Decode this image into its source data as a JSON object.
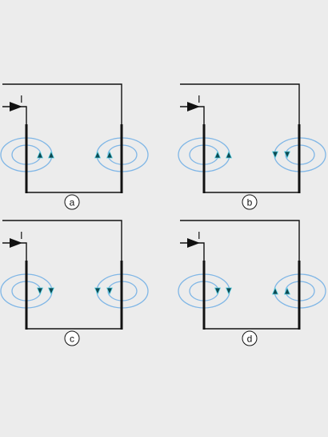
{
  "colors": {
    "background": "#ececec",
    "wire": "#111111",
    "field_lines": "#7fb6e6",
    "field_arrow_fill": "#0e4a52",
    "field_arrow_stroke": "#5fd3e6",
    "label_circle_fill": "#ffffff"
  },
  "current_label": "I",
  "panels": [
    {
      "label": "a",
      "left_arrows": "up",
      "right_arrows": "up"
    },
    {
      "label": "b",
      "left_arrows": "up",
      "right_arrows": "down"
    },
    {
      "label": "c",
      "left_arrows": "down",
      "right_arrows": "down"
    },
    {
      "label": "d",
      "left_arrows": "down",
      "right_arrows": "up"
    }
  ]
}
